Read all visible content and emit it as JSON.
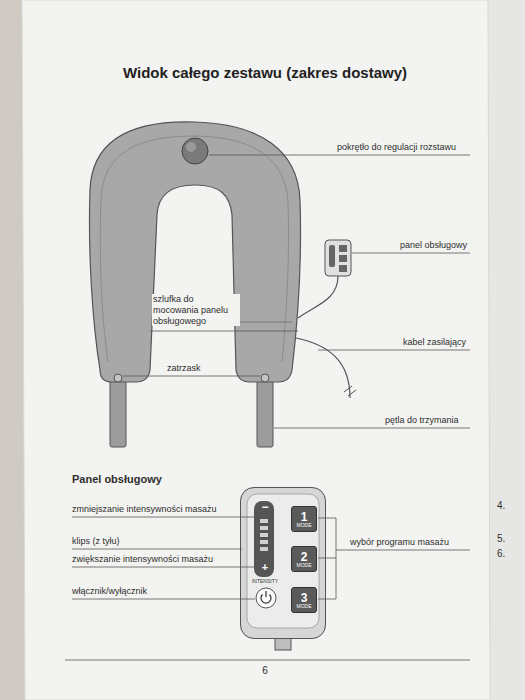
{
  "diagram": {
    "title": "Widok całego zestawu (zakres dostawy)",
    "nodes": [
      {
        "text": [
          "−",
          "+",
          "INTENSITY"
        ]
      },
      {
        "text": [
          "1",
          "MODE"
        ],
        "in": 0
      },
      {
        "text": [
          "2",
          "MODE"
        ],
        "in": 0
      },
      {
        "text": [
          "3",
          "MODE"
        ],
        "in": 0
      }
    ],
    "labels": [
      "pokrętło do regulacji rozstawu",
      "panel obsługowy",
      "szlufka do mocowania panelu obsługowego",
      "kabel zasilający",
      "zatrzask",
      "pętla do trzymania",
      "Panel obsługowy",
      "zmniejszanie intensywności masażu",
      "klips (z tyłu)",
      "zwiększanie intensywności masażu",
      "wybór programu masażu",
      "włącznik/wyłącznik",
      "6",
      "4.",
      "5.",
      "6."
    ]
  }
}
